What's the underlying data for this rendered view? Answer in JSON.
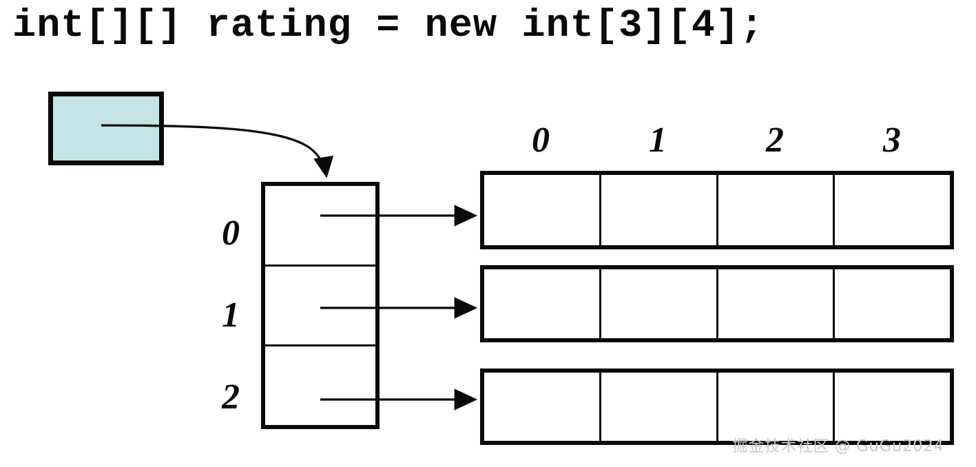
{
  "title": {
    "code": "int[][] rating = new int[3][4];"
  },
  "reference_variable": {
    "name": "rating-reference-box",
    "fill_color": "#c4e3e5",
    "border_color": "#0a0a0a",
    "label": ""
  },
  "outer_array": {
    "length": 3,
    "row_labels": [
      "0",
      "1",
      "2"
    ],
    "cells": [
      {
        "index": "0",
        "value": ""
      },
      {
        "index": "1",
        "value": ""
      },
      {
        "index": "2",
        "value": ""
      }
    ]
  },
  "column_headers": [
    "0",
    "1",
    "2",
    "3"
  ],
  "inner_arrays": [
    {
      "row": "0",
      "cells": [
        "",
        "",
        "",
        ""
      ]
    },
    {
      "row": "1",
      "cells": [
        "",
        "",
        "",
        ""
      ]
    },
    {
      "row": "2",
      "cells": [
        "",
        "",
        "",
        ""
      ]
    }
  ],
  "arrows": {
    "reference_to_outer": "curved-arrow-down",
    "outer_row_0_to_inner": "straight-arrow-right",
    "outer_row_1_to_inner": "straight-arrow-right",
    "outer_row_2_to_inner": "straight-arrow-right"
  },
  "colors": {
    "stroke": "#0a0a0a",
    "box_fill": "#c4e3e5",
    "background": "#ffffff",
    "watermark": "#c9c9c9"
  },
  "watermark": {
    "text": "掘金技术社区 @ GuGu2024"
  }
}
